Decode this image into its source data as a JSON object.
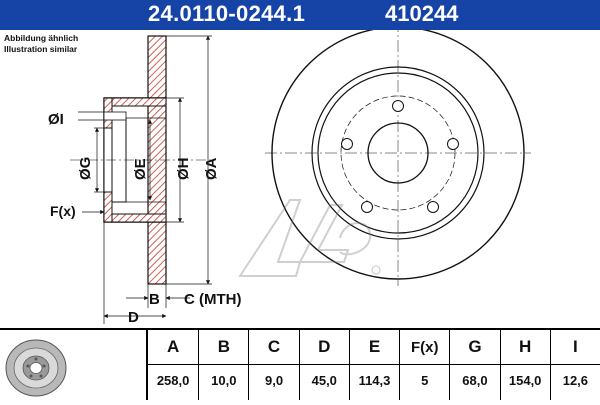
{
  "header": {
    "part_number": "24.0110-0244.1",
    "reference_number": "410244",
    "background_color": "#1543a6"
  },
  "notes": {
    "line1": "Abbildung ähnlich",
    "line2": "Illustration similar"
  },
  "drawing_labels": {
    "dia_i": "ØI",
    "dia_g": "ØG",
    "dia_e": "ØE",
    "dia_h": "ØH",
    "dia_a": "ØA",
    "f": "F(x)",
    "b": "B",
    "c": "C (MTH)",
    "d": "D"
  },
  "specs": {
    "columns": [
      {
        "key": "A",
        "value": "258,0"
      },
      {
        "key": "B",
        "value": "10,0"
      },
      {
        "key": "C",
        "value": "9,0"
      },
      {
        "key": "D",
        "value": "45,0"
      },
      {
        "key": "E",
        "value": "114,3"
      },
      {
        "key": "F(x)",
        "value": "5"
      },
      {
        "key": "G",
        "value": "68,0"
      },
      {
        "key": "H",
        "value": "154,0"
      },
      {
        "key": "I",
        "value": "12,6"
      }
    ]
  },
  "colors": {
    "disc_hatch": "#c0392b",
    "line": "#111111"
  },
  "icons": [
    "brake-disc-thumbnail-icon",
    "ate-logo-watermark-icon"
  ]
}
